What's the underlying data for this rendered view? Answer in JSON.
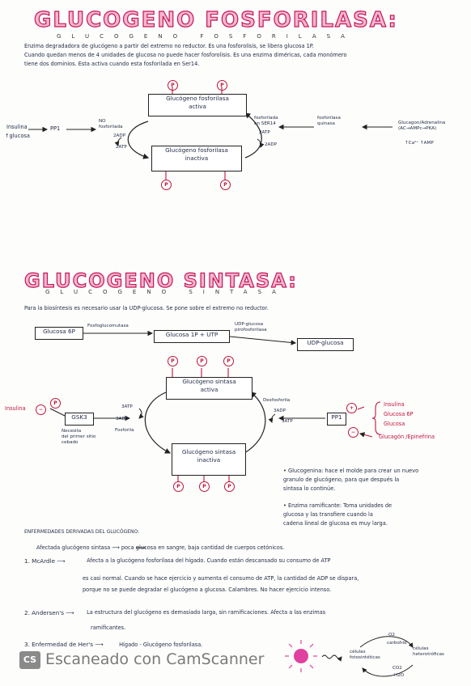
{
  "section1": {
    "title": "GLUCOGENO FOSFORILASA:",
    "subtitle": "GLUCOGENO FOSFORILASA",
    "intro": [
      "Enzima degradadora de glucógeno a partir del extremo no reductor. Es una fosforolisis, se libera glucosa 1P.",
      "Cuando quedan menos de 4 unidades de glucosa no puede hacer fosforolisis. Es una enzima diméricas, cada monómero",
      "tiene dos dominios. Esta activa cuando esta fosforilada en Ser14."
    ],
    "box_active": [
      "Glucógeno fosforilasa",
      "activa"
    ],
    "box_inactive": [
      "Glucógeno fosforilasa",
      "inactiva"
    ],
    "insulina": "Insulina",
    "glucosa_up": "↑glucosa",
    "pp1": "PP1",
    "no_fosforilada": [
      "NO",
      "fosforilada"
    ],
    "adp2": "2ADP",
    "atp2_left": "2ATP",
    "fosforilada_enserin": [
      "fosforilada",
      "en SER14"
    ],
    "atp2_right": "2ATP",
    "adp2_right": "2ADP",
    "fosforilasa_quinasa": [
      "fosforilasa",
      "quinasa"
    ],
    "glucagon_path": [
      "Glucagon/Adrenalina",
      "(AC→AMPc→PKA)"
    ],
    "ca_amp": "↑Ca²⁺ ↑AMP",
    "p_label": "P"
  },
  "section2": {
    "title": "GLUCOGENO SINTASA:",
    "subtitle": "GLUCOGENO SINTASA",
    "intro": "Para la biosíntesis es necesario usar la UDP-glucosa. Se pone sobre el extremo no reductor.",
    "glucosa6p": "Glucosa 6P",
    "fosfoglucomutasa": "Fosfoglucomutasa",
    "glucosa1p_utp": "Glucosa 1P + UTP",
    "udp_pirofosforilasa": [
      "UDP-glucosa",
      "pirofosforilasa"
    ],
    "udp_glucosa": "UDP-glucosa",
    "box_active": [
      "Glucógeno sintasa",
      "activa"
    ],
    "box_inactive": [
      "Glucógeno sintasa",
      "inactiva"
    ],
    "insulina": "Insulina",
    "gsk3": "GSK3",
    "gsk3_note": [
      "Necesita",
      "del primer sitio",
      "cebado"
    ],
    "atp3": "3ATP",
    "adp3": "3ADP",
    "fosforila": "Fosforila",
    "desfosforila": "Desfosforila",
    "adp3_right": "3ADP",
    "atp3_right": "3ATP",
    "pp1": "PP1",
    "activators": [
      "Insulina",
      "Glucosa 6P",
      "Glucosa"
    ],
    "inhibitors": "Glucagón /Epinefrina",
    "plus": "+",
    "minus": "−",
    "p_label": "P",
    "glucogenina": [
      "• Glucogenina: hace el molde para crear un nuevo",
      "  granulo de glucógeno, para que después la",
      "  sintasa lo continúe."
    ],
    "ramificante": [
      "• Enzima ramificante: Toma unidades de",
      "  glucosa y las transfiere cuando la",
      "  cadena lineal de glucosa es muy larga."
    ]
  },
  "diseases": {
    "heading": "ENFERMEDADES DERIVADAS DEL GLUCÓGENO:",
    "afectada_line": "Afectada glucógeno sintasa  ⟶  poca glucosa en sangre, baja cantidad de cuerpos cetónicos.",
    "items": [
      {
        "label": "1. McArdle ⟶",
        "lines": [
          "Afecta a la glucógeno fosforilasa del hígado. Cuando están descansado su consumo de ATP",
          "es casi normal. Cuando se hace ejercicio y aumenta el consumo de ATP, la cantidad de ADP se dispara,",
          "porque no se puede degradar el glucógeno a glucosa. Calambres. No hacer ejercicio intenso."
        ]
      },
      {
        "label": "2. Andersen's ⟶",
        "lines": [
          "La estructura del glucógeno es demasiado larga, sin ramificaciones. Afecta a las enzimas",
          "ramificantes."
        ]
      },
      {
        "label": "3. Enfermedad de Her's ⟶",
        "lines": [
          "Hígado - Glucógeno fosforilasa."
        ]
      }
    ]
  },
  "footer": {
    "watermark": "Escaneado con CamScanner",
    "logo": "CS",
    "cycle_labels": {
      "o2": "O2",
      "carbohid": "carbohid",
      "celulas_foto": [
        "células",
        "fotosintéticas"
      ],
      "celulas_het": [
        "células",
        "heterotróficas"
      ],
      "co2": "CO2",
      "h2o": "H2O"
    }
  }
}
